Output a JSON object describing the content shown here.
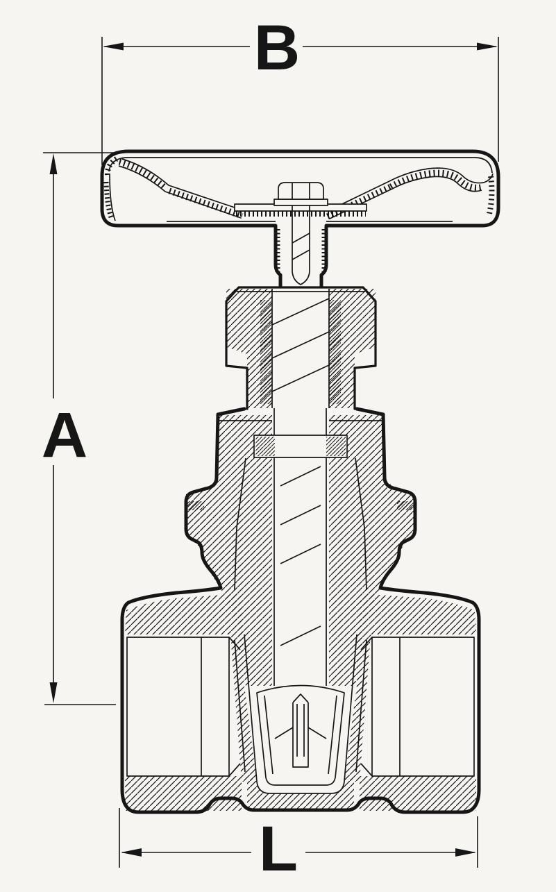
{
  "diagram": {
    "type": "gate-valve-cross-section",
    "dimensions": {
      "width": {
        "label": "B"
      },
      "height": {
        "label": "A"
      },
      "length": {
        "label": "L"
      }
    },
    "colors": {
      "line": "#161616",
      "paper": "#f6f5f1"
    }
  }
}
